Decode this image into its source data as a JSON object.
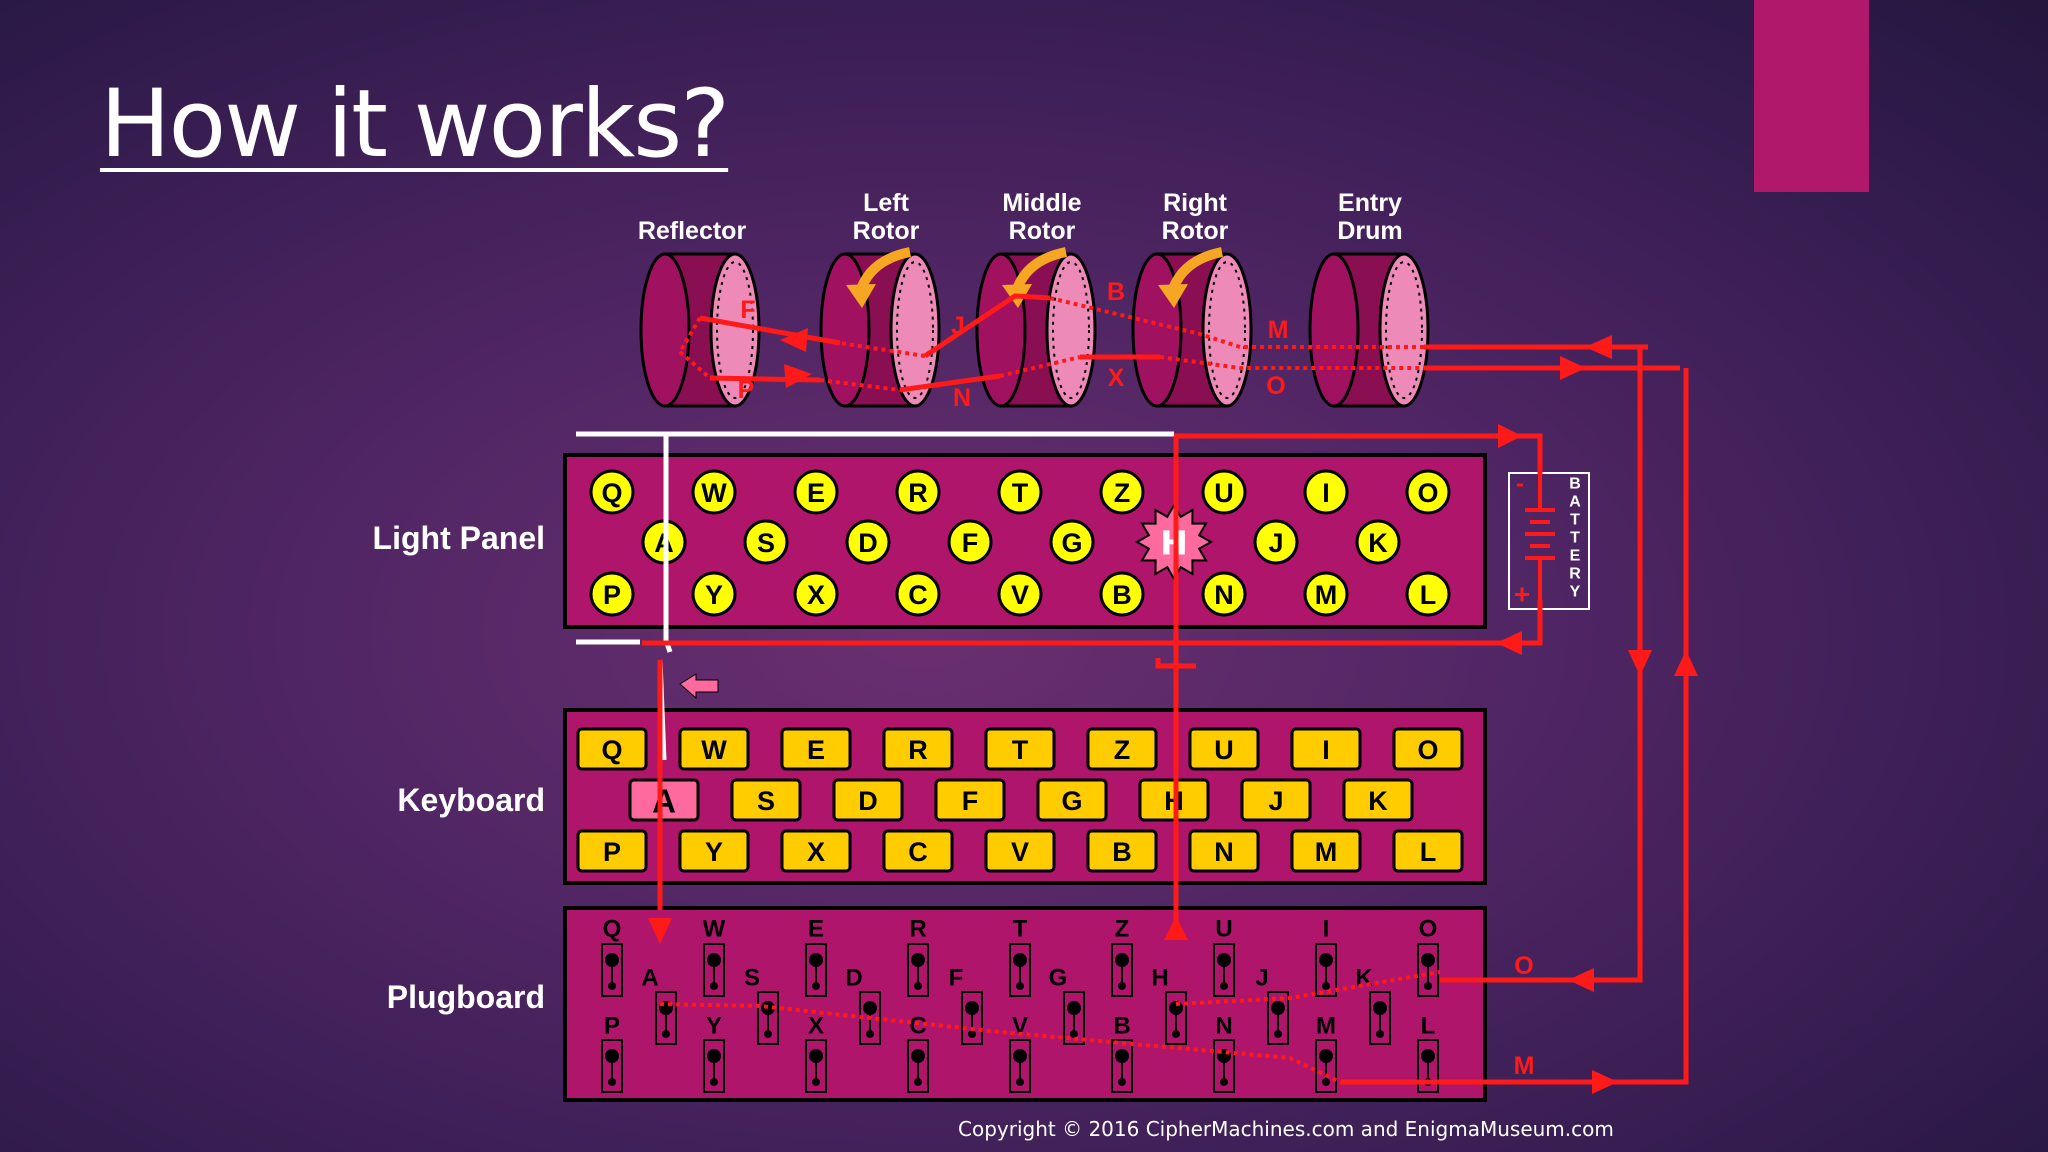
{
  "slide": {
    "title": "How it works?",
    "copyright": "Copyright © 2016 CipherMachines.com and EnigmaMuseum.com"
  },
  "rotors": {
    "reflector": "Reflector",
    "left": [
      "Left",
      "Rotor"
    ],
    "middle": [
      "Middle",
      "Rotor"
    ],
    "right": [
      "Right",
      "Rotor"
    ],
    "entry": [
      "Entry",
      "Drum"
    ]
  },
  "wire_letters": [
    "F",
    "P",
    "J",
    "N",
    "B",
    "X",
    "M",
    "O"
  ],
  "panel_labels": {
    "light_panel": "Light Panel",
    "keyboard": "Keyboard",
    "plugboard": "Plugboard"
  },
  "battery": {
    "label": [
      "B",
      "A",
      "T",
      "T",
      "E",
      "R",
      "Y"
    ],
    "minus": "-",
    "plus": "+"
  },
  "rows": [
    [
      "Q",
      "W",
      "E",
      "R",
      "T",
      "Z",
      "U",
      "I",
      "O"
    ],
    [
      "A",
      "S",
      "D",
      "F",
      "G",
      "H",
      "J",
      "K"
    ],
    [
      "P",
      "Y",
      "X",
      "C",
      "V",
      "B",
      "N",
      "M",
      "L"
    ]
  ],
  "state": {
    "pressed_key": "A",
    "lit_lamp": "H"
  },
  "side_letters": {
    "out": "O",
    "in": "M"
  },
  "colors": {
    "panel": "#b0156c",
    "lamp": "#ffff00",
    "key": "#ffcc00",
    "highlight": "#ff6a9e",
    "wire": "#ff1a1a",
    "accent": "#b0186c"
  }
}
